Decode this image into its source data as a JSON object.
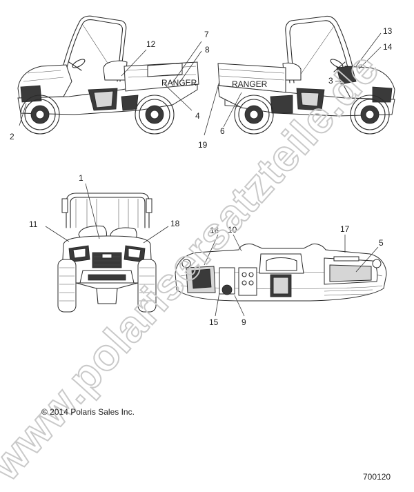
{
  "watermark": {
    "text": "www.polarisersatzteile.de",
    "color": "#c9c9c9"
  },
  "callouts": [
    {
      "id": "1",
      "label": "1"
    },
    {
      "id": "2",
      "label": "2"
    },
    {
      "id": "3",
      "label": "3"
    },
    {
      "id": "4",
      "label": "4"
    },
    {
      "id": "5",
      "label": "5"
    },
    {
      "id": "6",
      "label": "6"
    },
    {
      "id": "7",
      "label": "7"
    },
    {
      "id": "8",
      "label": "8"
    },
    {
      "id": "9",
      "label": "9"
    },
    {
      "id": "10",
      "label": "10"
    },
    {
      "id": "11",
      "label": "11"
    },
    {
      "id": "12",
      "label": "12"
    },
    {
      "id": "13",
      "label": "13"
    },
    {
      "id": "14",
      "label": "14"
    },
    {
      "id": "15",
      "label": "15"
    },
    {
      "id": "16",
      "label": "16"
    },
    {
      "id": "17",
      "label": "17"
    },
    {
      "id": "18",
      "label": "18"
    },
    {
      "id": "19",
      "label": "19"
    }
  ],
  "decals": {
    "ranger_left": "RANGER",
    "ranger_right": "RANGER"
  },
  "footer": {
    "copyright": "© 2014 Polaris Sales Inc.",
    "figure_id": "700120"
  }
}
